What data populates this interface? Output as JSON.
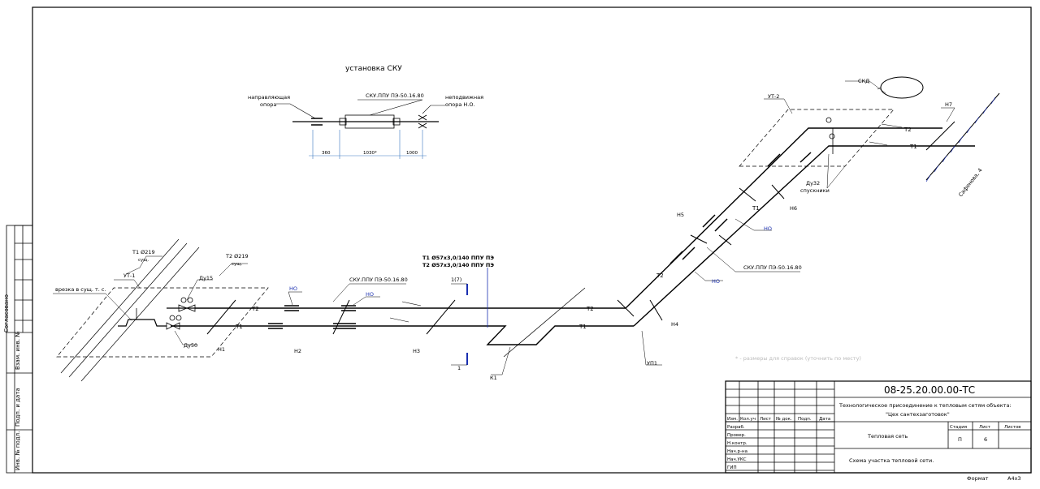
{
  "drawing": {
    "sku_title": "установка СКУ",
    "sku_label": "СКУ.ППУ ПЭ-50.16.80",
    "guide_support_1": "направляющая",
    "guide_support_2": "опора",
    "fixed_support_1": "неподвижная",
    "fixed_support_2": "опора Н.О.",
    "dim_360": "360",
    "dim_1030": "1030*",
    "dim_1000": "1000",
    "skd": "СКД",
    "ut2": "УТ-2",
    "ut1": "УТ-1",
    "n7": "Н7",
    "street": "Сафонова, 4",
    "t1_219": "Т1 Ø219",
    "t1_219_sub": "сущ.",
    "t2_219": "Т2 Ø219",
    "t2_219_sub": "сущ.",
    "du15": "Ду15",
    "du50": "Ду50",
    "vrezka": "врезка в сущ. т. с.",
    "pipe_spec_t1": "Т1 Ø57х3,0/140 ППУ ПЭ",
    "pipe_spec_t2": "Т2 Ø57х3,0/140 ППУ ПЭ",
    "sku_label_lower": "СКУ.ППУ ПЭ-50.16.80",
    "sku_label_right": "СКУ.ППУ ПЭ-50.16.80",
    "no": "НО",
    "t1": "Т1",
    "t2": "Т2",
    "n1": "Н1",
    "n2": "Н2",
    "n3": "Н3",
    "n4": "Н4",
    "n5": "Н5",
    "n6": "Н6",
    "k1": "К1",
    "up1": "УП1",
    "section_1_top": "1(7)",
    "section_1_bottom": "1",
    "du32": "Ду32",
    "du32_sub": "спускники",
    "note": "* - размеры для справок (уточнить по месту)",
    "side_agreed": "Согласовано",
    "side_inv_1": "Взам. инв. №",
    "side_sign": "Подп. и дата",
    "side_inv_2": "Инв. № подл."
  },
  "title_block": {
    "code": "08-25.20.00.00-ТС",
    "project_title": "Технологическое присоединение к тепловым сетям объекта: \"Цех сантехзаготовок\"",
    "col_izm": "Изм.",
    "col_koluch": "Кол.уч",
    "col_list": "Лист",
    "col_ndok": "№ док.",
    "col_podp": "Подп.",
    "col_data": "Дата",
    "role_razrab": "Разраб.",
    "role_prover": "Провер.",
    "role_nkontr": "Н.контр.",
    "role_nachrna": "Нач.р-на",
    "role_nachuks": "Нач.УКС",
    "role_gip": "ГИП",
    "section_name": "Тепловая сеть",
    "stage_label": "Стадия",
    "sheet_label": "Лист",
    "sheets_label": "Листов",
    "stage_value": "П",
    "sheet_value": "6",
    "sheets_value": "",
    "drawing_name": "Схема участка тепловой сети."
  },
  "footer": {
    "format_label": "Формат",
    "format_value": "А4х3"
  }
}
